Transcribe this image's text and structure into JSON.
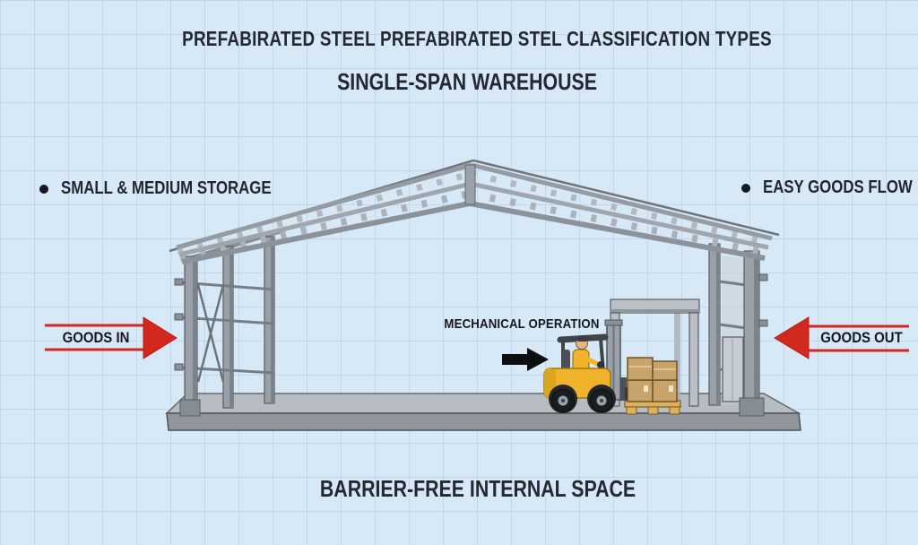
{
  "header": {
    "title": "PREFABIRATED STEEL PREFABIRATED STEL CLASSIFICATION TYPES",
    "subtitle": "SINGLE-SPAN WAREHOUSE"
  },
  "features": {
    "left": {
      "label": "SMALL & MEDIUM STORAGE"
    },
    "right": {
      "label": "EASY GOODS FLOW"
    }
  },
  "flows": {
    "goods_in": "GOODS IN",
    "goods_out": "GOODS OUT",
    "mechanical_operation": "MECHANICAL OPERATION"
  },
  "footer": {
    "caption": "BARRIER-FREE INTERNAL SPACE"
  },
  "diagram": {
    "subject": "single-span prefabricated steel warehouse cross-section",
    "elements": [
      "gabled-steel-roof-truss",
      "left-end-wall-columns-with-x-bracing",
      "right-wall-with-door",
      "interior-dock-door-frame",
      "forklift-with-driver",
      "pallet-with-boxes",
      "concrete-floor-slab"
    ],
    "icons": {
      "goods_in": "red-arrow-right",
      "goods_out": "red-arrow-left",
      "mechanical_operation": "black-arrow-right",
      "feature_bullet": "black-dot"
    },
    "colors": {
      "background": "#d7e8f6",
      "grid_line": "#c3d9ec",
      "text": "#232832",
      "arrow_red": "#d2281d",
      "arrow_black": "#0d0e10",
      "steel_light": "#bac0c6",
      "steel_mid": "#99a0a7",
      "steel_dark": "#6b7178",
      "floor_top": "#b7bcc1",
      "floor_front": "#90969c",
      "forklift_yellow": "#f0b32b",
      "box_tan": "#c9a36c",
      "pallet_tan": "#ddb15b"
    }
  }
}
